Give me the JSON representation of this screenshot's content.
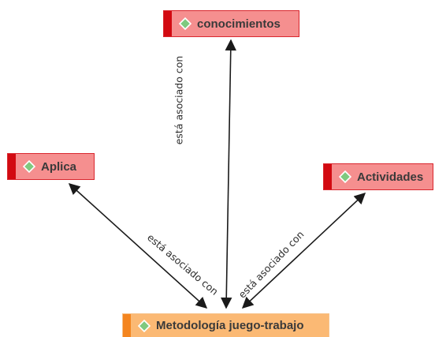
{
  "nodes": {
    "conocimientos": {
      "label": "conocimientos",
      "icon": "diamond-icon"
    },
    "aplica": {
      "label": "Aplica",
      "icon": "diamond-icon"
    },
    "actividades": {
      "label": "Actividades",
      "icon": "diamond-icon"
    },
    "metodologia": {
      "label": "Metodología juego-trabajo",
      "icon": "diamond-icon"
    }
  },
  "edges": [
    {
      "from": "metodologia",
      "to": "conocimientos",
      "label": "está asociado con"
    },
    {
      "from": "metodologia",
      "to": "aplica",
      "label": "está asociado con"
    },
    {
      "from": "metodologia",
      "to": "actividades",
      "label": "está asociado con"
    }
  ],
  "colors": {
    "red_node_fill": "#f58f8f",
    "red_node_bar": "#d20a11",
    "orange_node_fill": "#fbb974",
    "orange_node_bar": "#f4851f",
    "icon_green": "#7fc97f",
    "edge": "#1a1a1a"
  }
}
